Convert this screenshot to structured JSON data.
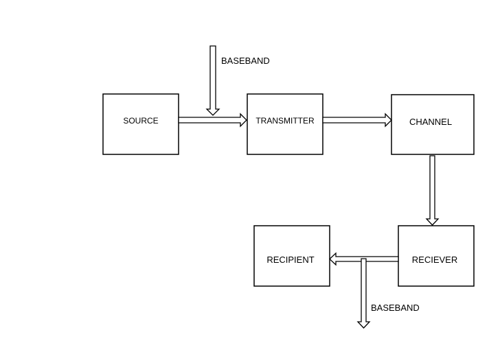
{
  "blocks": {
    "source": "SOURCE",
    "transmitter": "TRANSMITTER",
    "channel": "CHANNEL",
    "receiver": "RECIEVER",
    "recipient": "RECIPIENT"
  },
  "annotations": {
    "baseband_in": "BASEBAND",
    "baseband_out": "BASEBAND"
  }
}
